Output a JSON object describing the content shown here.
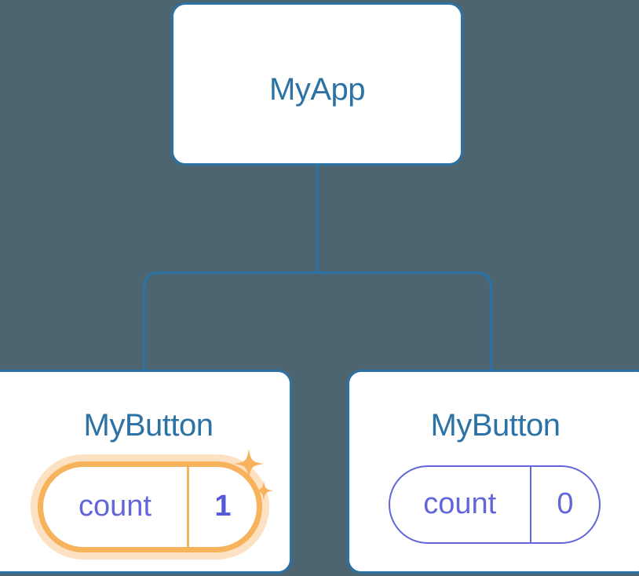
{
  "diagram": {
    "type": "component-tree",
    "background_color": "#4c6571",
    "node_border_color": "#2c72a4",
    "node_title_color": "#2c72a4",
    "connector_color": "#2c72a4",
    "highlight_color": "#f7b25c",
    "highlight_glow_color": "#fac88c",
    "state_color": "#6366d8",
    "root": {
      "title": "MyApp"
    },
    "children": [
      {
        "title": "MyButton",
        "state_key": "count",
        "state_value": "1",
        "highlighted": true,
        "sparkle_icons": [
          "sparkle-large-icon",
          "sparkle-small-icon"
        ]
      },
      {
        "title": "MyButton",
        "state_key": "count",
        "state_value": "0",
        "highlighted": false
      }
    ]
  }
}
